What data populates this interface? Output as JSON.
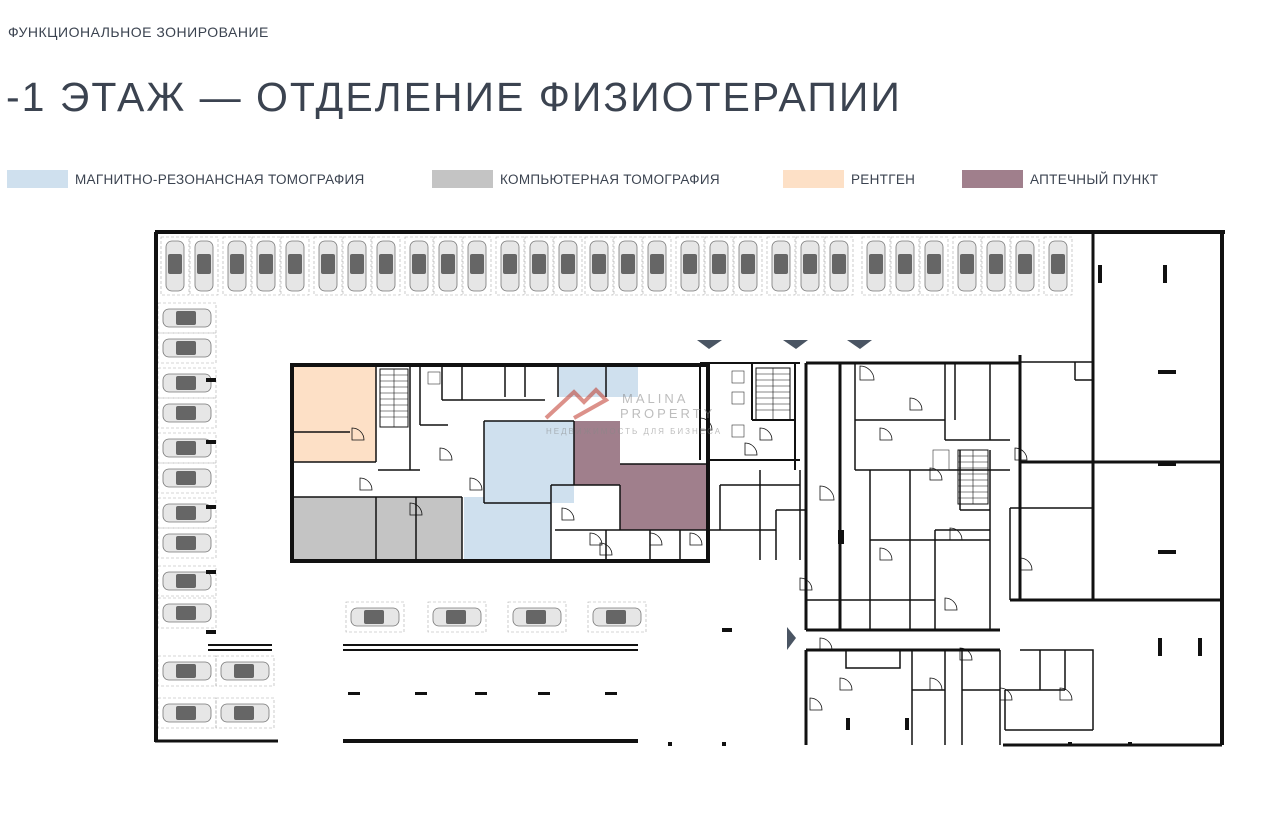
{
  "header": {
    "subtitle": "ФУНКЦИОНАЛЬНОЕ ЗОНИРОВАНИЕ",
    "title": "-1 ЭТАЖ — ОТДЕЛЕНИЕ ФИЗИОТЕРАПИИ"
  },
  "legend": [
    {
      "label": "МАГНИТНО-РЕЗОНАНСНАЯ ТОМОГРАФИЯ",
      "color": "#cfe0ee"
    },
    {
      "label": "КОМПЬЮТЕРНАЯ ТОМОГРАФИЯ",
      "color": "#c4c4c4"
    },
    {
      "label": "РЕНТГЕН",
      "color": "#fde0c6"
    },
    {
      "label": "АПТЕЧНЫЙ ПУНКТ",
      "color": "#a07f8c"
    }
  ],
  "watermark": {
    "brand_line1": "MALINA",
    "brand_line2": "PROPERTY",
    "tagline": "НЕДВИЖИМОСТЬ ДЛЯ БИЗНЕСА"
  },
  "colors": {
    "wall": "#111111",
    "text": "#3b4350",
    "car": "#8a8a8a",
    "watermark": "#c0392b"
  }
}
